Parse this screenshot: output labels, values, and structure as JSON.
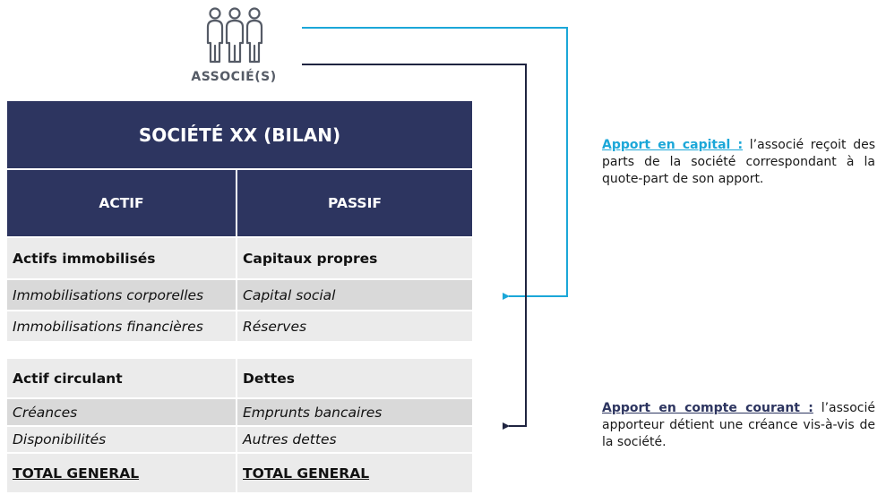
{
  "associes": {
    "label": "ASSOCIÉ(S)",
    "icon": "three-people-icon"
  },
  "bilan": {
    "title": "SOCIÉTÉ XX (BILAN)",
    "actif_header": "ACTIF",
    "passif_header": "PASSIF",
    "block1": {
      "actif_title": "Actifs immobilisés",
      "passif_title": "Capitaux propres",
      "rows": [
        {
          "actif": "Immobilisations corporelles",
          "passif": "Capital social"
        },
        {
          "actif": "Immobilisations financières",
          "passif": "Réserves"
        }
      ]
    },
    "block2": {
      "actif_title": "Actif circulant",
      "passif_title": "Dettes",
      "rows": [
        {
          "actif": "Créances",
          "passif": "Emprunts bancaires"
        },
        {
          "actif": "Disponibilités",
          "passif": "Autres dettes"
        }
      ]
    },
    "total_actif": "TOTAL GENERAL",
    "total_passif": "TOTAL GENERAL"
  },
  "annotations": {
    "capital": {
      "keyword": "Apport en capital :",
      "text": " l’associé reçoit des parts de la société correspondant à la quote-part de son apport."
    },
    "compte_courant": {
      "keyword": "Apport en compte courant :",
      "text": " l’associé apporteur détient une créance vis-à-vis de la société."
    }
  },
  "colors": {
    "navy": "#2d3560",
    "cyan_arrow": "#1ba7d8",
    "dark_arrow": "#1f2440",
    "row_light": "#ebebeb",
    "row_dark": "#d9d9d9",
    "label_grey": "#555b66"
  }
}
